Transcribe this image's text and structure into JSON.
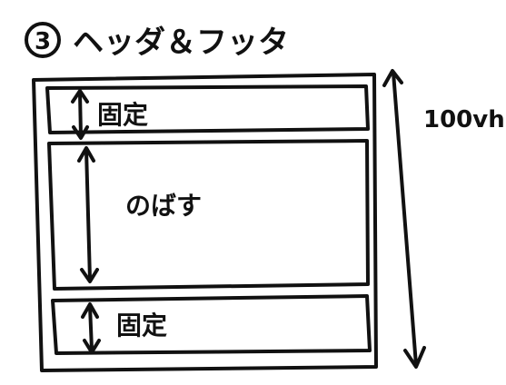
{
  "title": {
    "number": "3",
    "text": "ヘッダ＆フッタ"
  },
  "header_label": "固定",
  "body_label": "のばす",
  "footer_label": "固定",
  "height_label": "100vh",
  "colors": {
    "ink": "#111111",
    "paper": "#ffffff"
  }
}
